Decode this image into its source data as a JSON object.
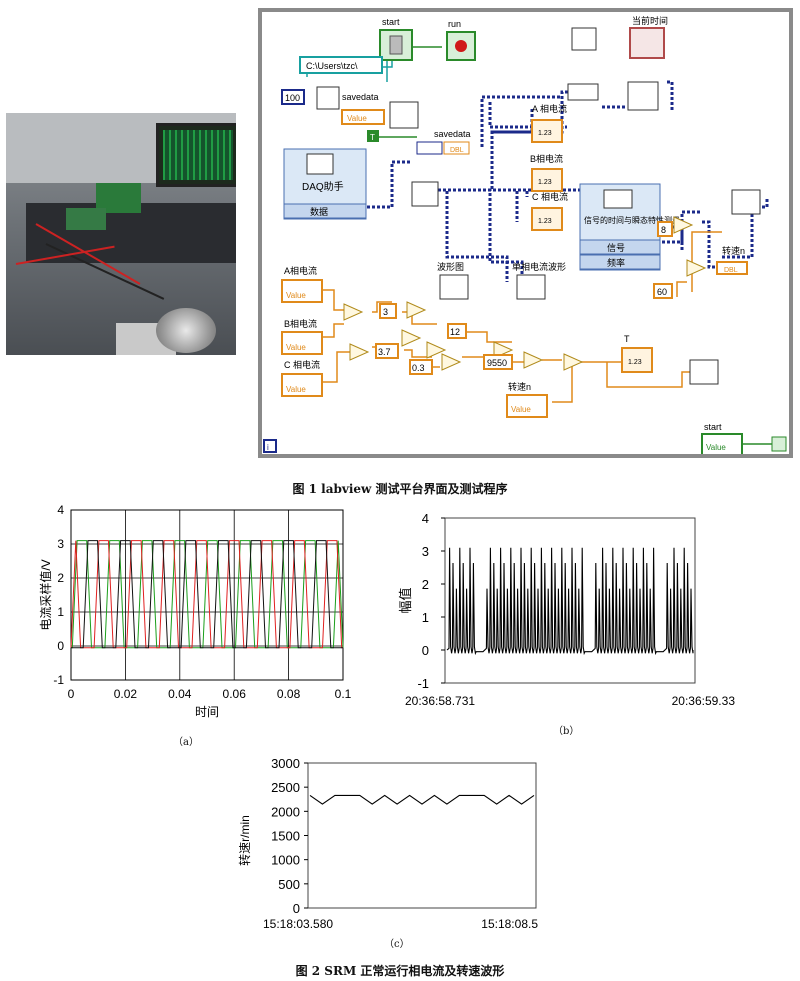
{
  "figure1": {
    "caption": "图 1  labview 测试平台界面及测试程序",
    "diagram": {
      "labels": {
        "start": "start",
        "run": "run",
        "current_time": "当前时间",
        "path": "C:\\Users\\tzc\\",
        "savedata": "savedata",
        "savedata2": "savedata",
        "a_current": "A 相电流",
        "b_current": "B相电流",
        "c_current": "C 相电流",
        "daq_title": "DAQ助手",
        "daq_data": "数据",
        "signal_measure": "信号的时间与瞬态特性测量",
        "signal_port": "信号",
        "freq_port": "频率",
        "waveform_chart": "波形图",
        "single_wave": "单相电流波形",
        "speed_n": "转速n",
        "A_current2": "A相电流",
        "B_current2": "B相电流",
        "C_current2": "C 相电流",
        "value": "Value",
        "T": "T",
        "speed_n2": "转速n",
        "start2": "start",
        "dbl": "DBL",
        "num123": "1.23",
        "i_label": "i",
        "true_const": "T"
      },
      "constants": {
        "c100": "100",
        "c8": "8",
        "c60": "60",
        "c3": "3",
        "c3_7": "3.7",
        "c0_3": "0.3",
        "c12": "12",
        "c9550": "9550"
      }
    }
  },
  "figure2": {
    "caption": "图 2  SRM 正常运行相电流及转速波形",
    "sub_a": "（a）",
    "sub_b": "（b）",
    "sub_c": "（c）"
  },
  "chart_data": [
    {
      "type": "line",
      "id": "a",
      "ylabel": "电流采样值/V",
      "xlabel": "时间",
      "xlim": [
        0,
        0.1
      ],
      "ylim": [
        -1,
        4
      ],
      "xticks": [
        "0",
        "0.02",
        "0.04",
        "0.06",
        "0.08",
        "0.1"
      ],
      "yticks": [
        "-1",
        "0",
        "1",
        "2",
        "3",
        "4"
      ],
      "grid": true,
      "colors": {
        "A": "#1a9e1a",
        "B": "#e02020",
        "C": "#111111"
      },
      "series": [
        {
          "pulse_centers": [
            0.004,
            0.016,
            0.028,
            0.04,
            0.052,
            0.064,
            0.076,
            0.088,
            0.1
          ],
          "peak": 3.1
        },
        {
          "pulse_centers": [
            0.0,
            0.012,
            0.024,
            0.036,
            0.048,
            0.06,
            0.072,
            0.084,
            0.096
          ],
          "peak": 3.1
        },
        {
          "pulse_centers": [
            0.008,
            0.02,
            0.032,
            0.044,
            0.056,
            0.068,
            0.08,
            0.092
          ],
          "peak": 3.1
        }
      ]
    },
    {
      "type": "line",
      "id": "b",
      "ylabel": "幅值",
      "xlim_labels": [
        "20:36:58.731",
        "20:36:59.33"
      ],
      "ylim": [
        -1,
        4
      ],
      "yticks": [
        "-1",
        "0",
        "1",
        "2",
        "3",
        "4"
      ],
      "grid": false,
      "peak": 3.1,
      "baseline": 0
    },
    {
      "type": "line",
      "id": "c",
      "ylabel": "转速r/min",
      "xlim_labels": [
        "15:18:03.580",
        "15:18:08.5"
      ],
      "ylim": [
        0,
        3000
      ],
      "yticks": [
        "0",
        "500",
        "1000",
        "1500",
        "2000",
        "2500",
        "3000"
      ],
      "grid": false,
      "mean": 2250,
      "ripple_low": 2150,
      "ripple_high": 2330
    }
  ]
}
